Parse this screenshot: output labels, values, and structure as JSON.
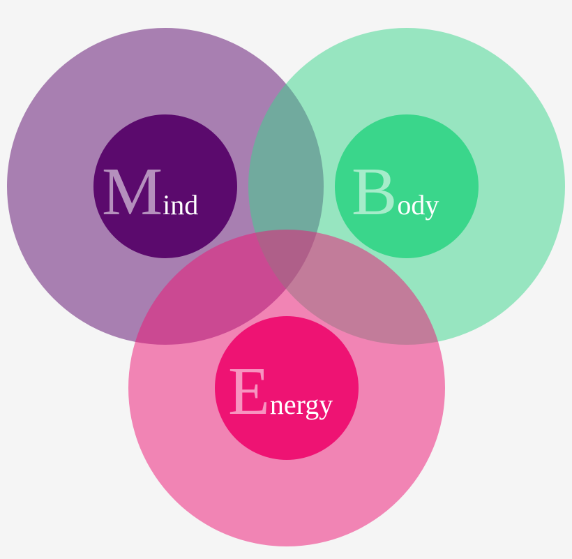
{
  "diagram": {
    "colors": {
      "mind": "#5b0a6d",
      "body": "#3ad68b",
      "energy": "#ee1373",
      "background": "#f5f5f5"
    },
    "circles": [
      {
        "id": "mind",
        "initial": "M",
        "rest": "ind"
      },
      {
        "id": "body",
        "initial": "B",
        "rest": "ody"
      },
      {
        "id": "energy",
        "initial": "E",
        "rest": "nergy"
      }
    ]
  }
}
